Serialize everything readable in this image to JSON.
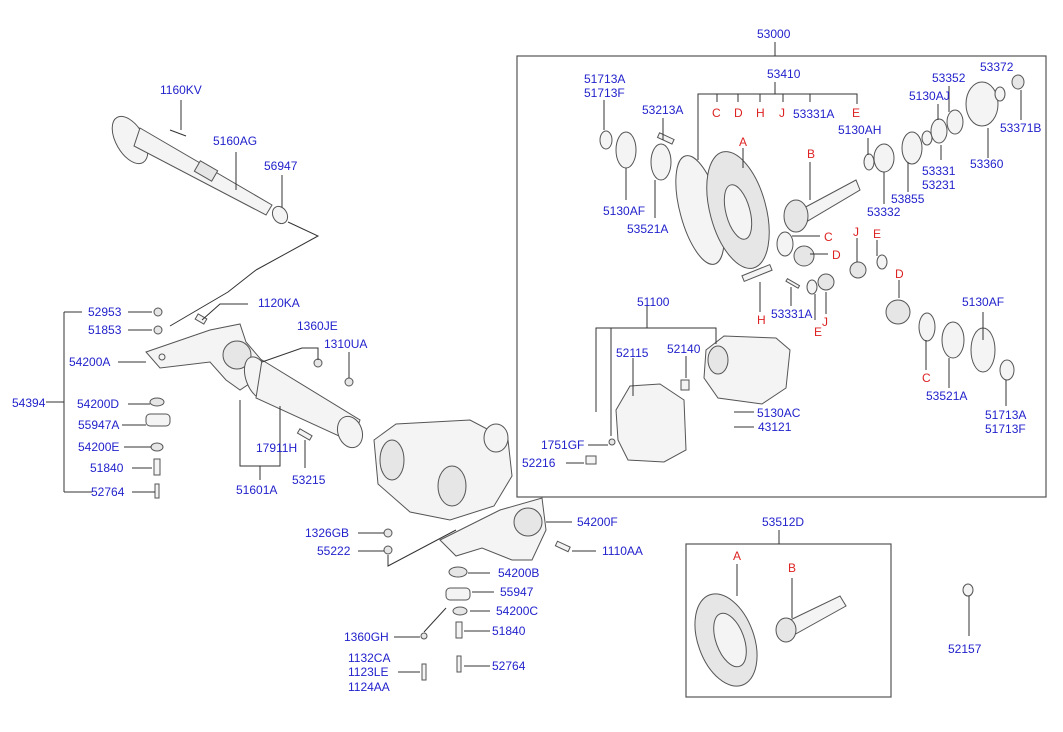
{
  "diagram": {
    "title": "Rear Axle / Differential Carrier Exploded Parts Diagram",
    "colors": {
      "part_number": "#2222cc",
      "reference_letter": "#dd2222",
      "line": "#333333"
    },
    "groups": {
      "main_assembly": "53000",
      "gear_kit": "53410",
      "carrier": "51100",
      "ring_pinion_set": "53512D",
      "mount_kit": "54394",
      "axle_housing": "51601A"
    },
    "labels": {
      "l1160KV": "1160KV",
      "l5160AG": "5160AG",
      "l56947": "56947",
      "l52953": "52953",
      "l51853": "51853",
      "l54200A": "54200A",
      "l54394": "54394",
      "l54200D": "54200D",
      "l55947A": "55947A",
      "l54200E": "54200E",
      "l51840a": "51840",
      "l52764a": "52764",
      "l1120KA": "1120KA",
      "l1360JE": "1360JE",
      "l1310UA": "1310UA",
      "l17911H": "17911H",
      "l51601A": "51601A",
      "l53215": "53215",
      "l1326GB": "1326GB",
      "l55222": "55222",
      "l54200F": "54200F",
      "l1110AA": "1110AA",
      "l54200B": "54200B",
      "l55947": "55947",
      "l54200C": "54200C",
      "l1360GH": "1360GH",
      "l51840b": "51840",
      "l1132CA": "1132CA",
      "l1123LE": "1123LE",
      "l1124AA": "1124AA",
      "l52764b": "52764",
      "l53000": "53000",
      "l53410": "53410",
      "l51713A_t": "51713A",
      "l51713F_t": "51713F",
      "l53213A": "53213A",
      "l5130AF_l": "5130AF",
      "l53521A_l": "53521A",
      "l53331A_t": "53331A",
      "l5130AJ": "5130AJ",
      "l5130AH": "5130AH",
      "l53352": "53352",
      "l53372": "53372",
      "l53371B": "53371B",
      "l53360": "53360",
      "l53331": "53331",
      "l53231": "53231",
      "l53855": "53855",
      "l53332": "53332",
      "l53331A_b": "53331A",
      "l5130AF_r": "5130AF",
      "l53521A_r": "53521A",
      "l51713A_b": "51713A",
      "l51713F_b": "51713F",
      "l51100": "51100",
      "l52115": "52115",
      "l52140": "52140",
      "l5130AC": "5130AC",
      "l43121": "43121",
      "l1751GF": "1751GF",
      "l52216": "52216",
      "l53512D": "53512D",
      "l52157": "52157"
    },
    "letters": {
      "kitC": "C",
      "kitD": "D",
      "kitH": "H",
      "kitJ": "J",
      "kitE": "E",
      "A1": "A",
      "B1": "B",
      "C1": "C",
      "D1": "D",
      "J1": "J",
      "E1": "E",
      "D2": "D",
      "H1": "H",
      "E2": "E",
      "J2": "J",
      "C2": "C",
      "A2": "A",
      "B2": "B"
    }
  }
}
